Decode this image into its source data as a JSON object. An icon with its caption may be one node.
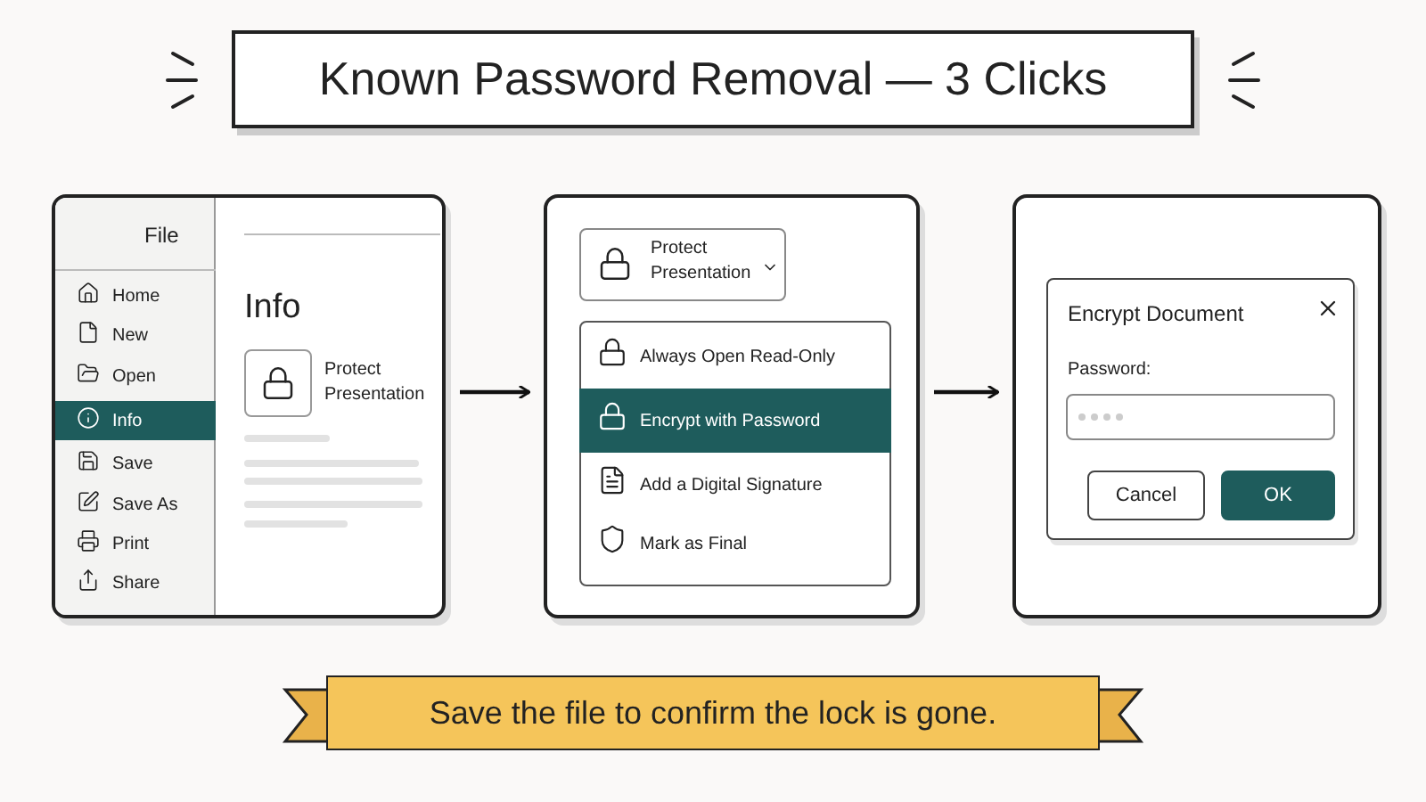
{
  "diagram": {
    "title": "Known Password Removal — 3 Clicks",
    "nodes": [
      {
        "text": [
          "File",
          "Home",
          "New",
          "Open",
          "Info",
          "Save",
          "Save As",
          "Print",
          "Share",
          "Info",
          "Protect Presentation"
        ]
      },
      {
        "text": [
          "Protect Presentation",
          "Always Open Read-Only",
          "Encrypt with Password",
          "Add a Digital Signature",
          "Mark as Final"
        ]
      },
      {
        "text": [
          "Encrypt Document",
          "Password:",
          "Cancel",
          "OK"
        ]
      }
    ],
    "edges": [
      {
        "from": 0,
        "to": 1,
        "arrow": "to"
      },
      {
        "from": 1,
        "to": 2,
        "arrow": "to"
      }
    ],
    "caption": "Save the file to confirm the lock is gone."
  }
}
